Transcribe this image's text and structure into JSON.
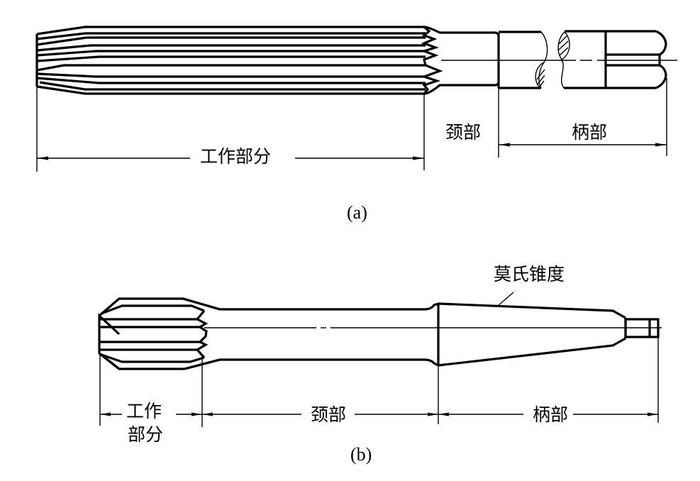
{
  "figure_a": {
    "caption": "(a)",
    "labels": {
      "working_part": "工作部分",
      "neck": "颈部",
      "shank": "柄部"
    }
  },
  "figure_b": {
    "caption": "(b)",
    "labels": {
      "working_part_line1": "工作",
      "working_part_line2": "部分",
      "neck": "颈部",
      "shank": "柄部",
      "morse_taper": "莫氏锥度"
    }
  },
  "colors": {
    "line": "#000000",
    "background": "#ffffff"
  }
}
